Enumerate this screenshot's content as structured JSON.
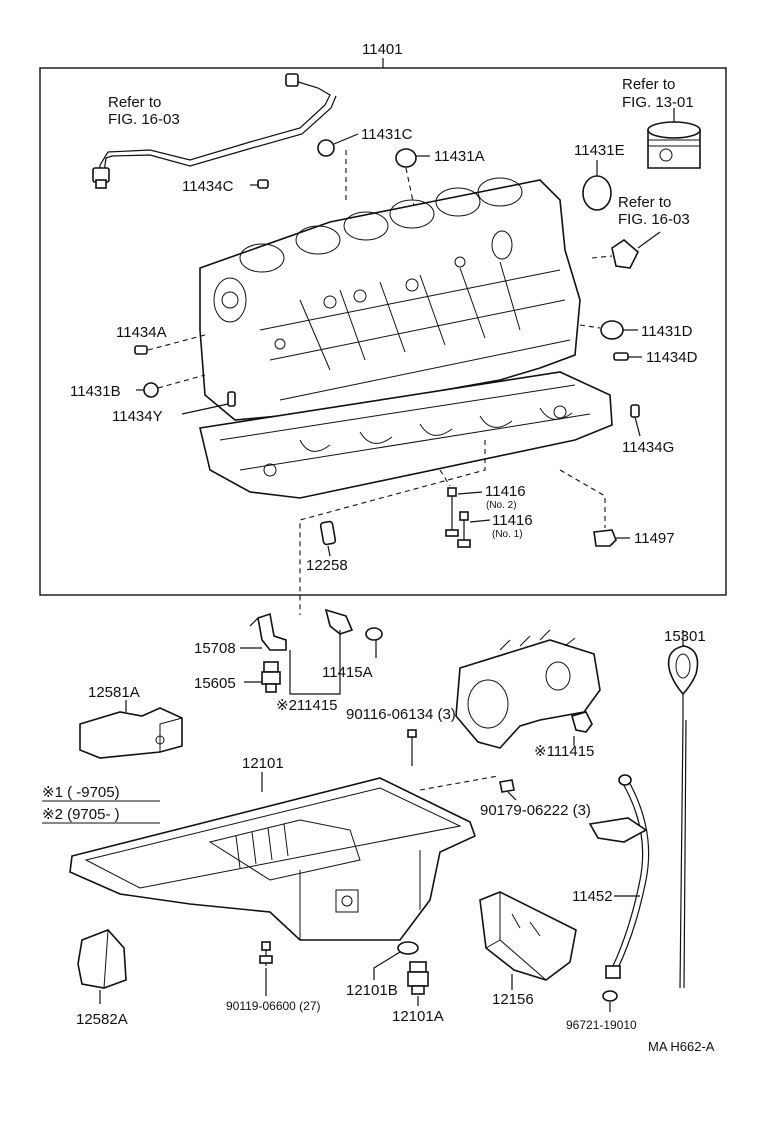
{
  "figure_code": "MA H662-A",
  "assembly_label": "11401",
  "references": {
    "fig_16_03_left": [
      "Refer to",
      "FIG. 16-03"
    ],
    "fig_13_01": [
      "Refer to",
      "FIG. 13-01"
    ],
    "fig_16_03_right": [
      "Refer to",
      "FIG. 16-03"
    ]
  },
  "parts": {
    "p11431C": "11431C",
    "p11431A": "11431A",
    "p11431E": "11431E",
    "p11434C": "11434C",
    "p11434A": "11434A",
    "p11431D": "11431D",
    "p11434D": "11434D",
    "p11431B": "11431B",
    "p11434Y": "11434Y",
    "p11434G": "11434G",
    "p11416_no2": "11416",
    "p11416_no2_note": "(No. 2)",
    "p11416_no1": "11416",
    "p11416_no1_note": "(No. 1)",
    "p11497": "11497",
    "p12258": "12258",
    "p15708": "15708",
    "p15605": "15605",
    "p11415A": "11415A",
    "p11415_2": "※211415",
    "p12581A": "12581A",
    "p90116": "90116-06134 (3)",
    "p11415_1": "※111415",
    "p15301": "15301",
    "p12101": "12101",
    "p90179": "90179-06222 (3)",
    "p11452": "11452",
    "p12582A": "12582A",
    "p90119": "90119-06600 (27)",
    "p12101B": "12101B",
    "p12101A": "12101A",
    "p12156": "12156",
    "p96721": "96721-19010"
  },
  "legend": {
    "note1": "※1 (      -9705)",
    "note2": "※2 (9705-          )"
  }
}
